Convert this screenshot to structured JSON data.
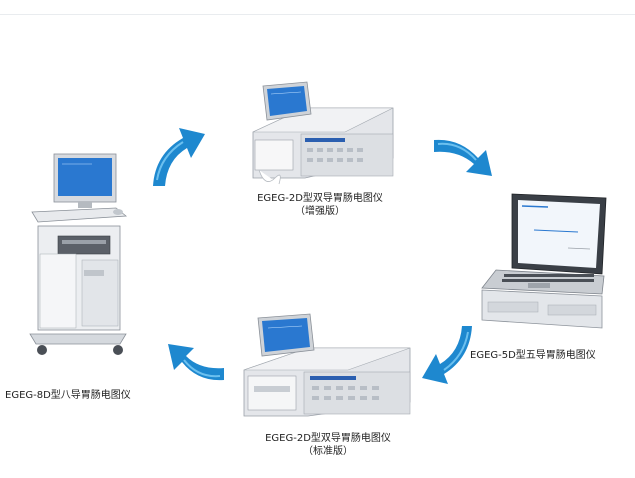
{
  "products": [
    {
      "name": "EGEG-2D型双导胃肠电图仪",
      "edition": "（增强版）"
    },
    {
      "name": "EGEG-5D型五导胃肠电图仪",
      "edition": ""
    },
    {
      "name": "EGEG-2D型双导胃肠电图仪",
      "edition": "（标准版）"
    },
    {
      "name": "EGEG-8D型八导胃肠电图仪",
      "edition": ""
    }
  ],
  "colors": {
    "arrow": "#1e88cf",
    "arrow_light": "#6cc0ef",
    "screen": "#2a78d0"
  },
  "icons": [
    "curved-arrow-icon"
  ]
}
